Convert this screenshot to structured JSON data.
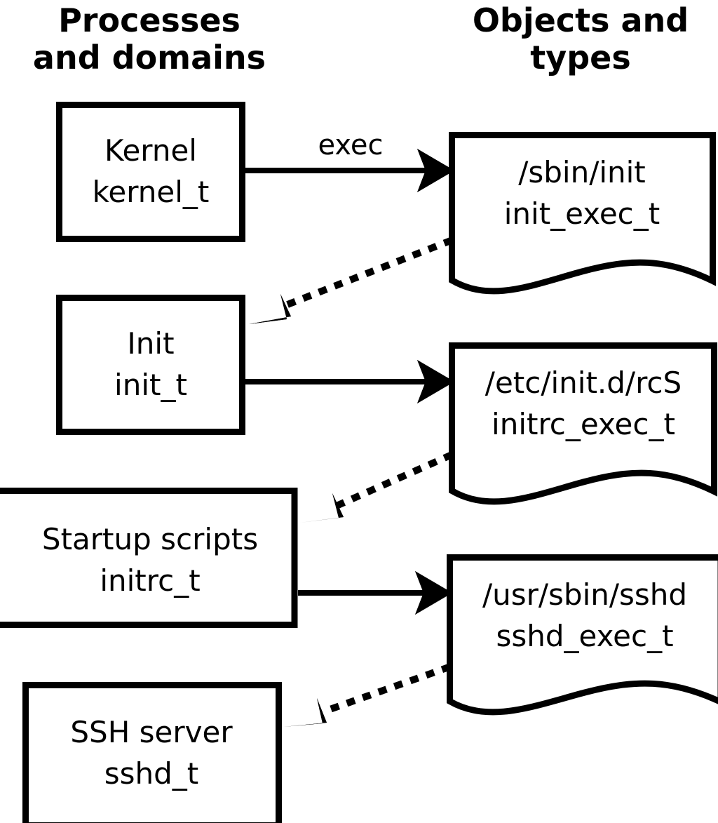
{
  "diagram": {
    "title": "SELinux process domains and object types transition diagram",
    "background_color": "#ffffff",
    "stroke_color": "#000000",
    "columns": [
      {
        "id": "processes",
        "title_line1": "Processes",
        "title_line2": "and domains"
      },
      {
        "id": "objects",
        "title_line1": "Objects and",
        "title_line2": "types"
      }
    ],
    "process_nodes": [
      {
        "id": "kernel",
        "name_line1": "Kernel",
        "name_line2": "kernel_t"
      },
      {
        "id": "init",
        "name_line1": "Init",
        "name_line2": "init_t"
      },
      {
        "id": "initrc",
        "name_line1": "Startup scripts",
        "name_line2": "initrc_t"
      },
      {
        "id": "sshd",
        "name_line1": "SSH server",
        "name_line2": "sshd_t"
      }
    ],
    "object_nodes": [
      {
        "id": "init_exec",
        "name_line1": "/sbin/init",
        "name_line2": "init_exec_t"
      },
      {
        "id": "initrc_exec",
        "name_line1": "/etc/init.d/rcS",
        "name_line2": "initrc_exec_t"
      },
      {
        "id": "sshd_exec",
        "name_line1": "/usr/sbin/sshd",
        "name_line2": "sshd_exec_t"
      }
    ],
    "edges": [
      {
        "id": "kernel-exec-init_exec",
        "from": "kernel",
        "to": "init_exec",
        "style": "solid",
        "label": "exec"
      },
      {
        "id": "init_exec-transition-init",
        "from": "init_exec",
        "to": "init",
        "style": "dotted",
        "label": ""
      },
      {
        "id": "init-exec-initrc_exec",
        "from": "init",
        "to": "initrc_exec",
        "style": "solid",
        "label": ""
      },
      {
        "id": "initrc_exec-transition-initrc",
        "from": "initrc_exec",
        "to": "initrc",
        "style": "dotted",
        "label": ""
      },
      {
        "id": "initrc-exec-sshd_exec",
        "from": "initrc",
        "to": "sshd_exec",
        "style": "solid",
        "label": ""
      },
      {
        "id": "sshd_exec-transition-sshd",
        "from": "sshd_exec",
        "to": "sshd",
        "style": "dotted",
        "label": ""
      }
    ]
  }
}
